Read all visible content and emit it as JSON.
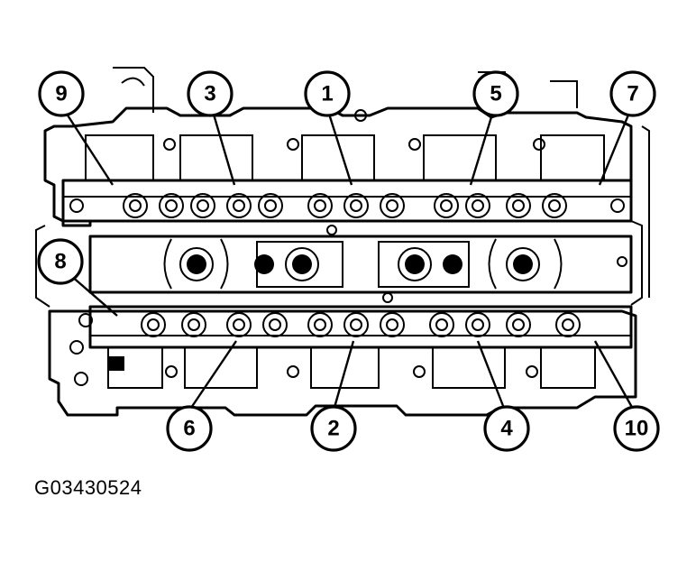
{
  "figure_id": "G03430524",
  "callouts": [
    {
      "label": "9"
    },
    {
      "label": "3"
    },
    {
      "label": "1"
    },
    {
      "label": "5"
    },
    {
      "label": "7"
    },
    {
      "label": "8"
    },
    {
      "label": "6"
    },
    {
      "label": "2"
    },
    {
      "label": "4"
    },
    {
      "label": "10"
    }
  ],
  "colors": {
    "ink": "#000000",
    "paper": "#ffffff"
  }
}
